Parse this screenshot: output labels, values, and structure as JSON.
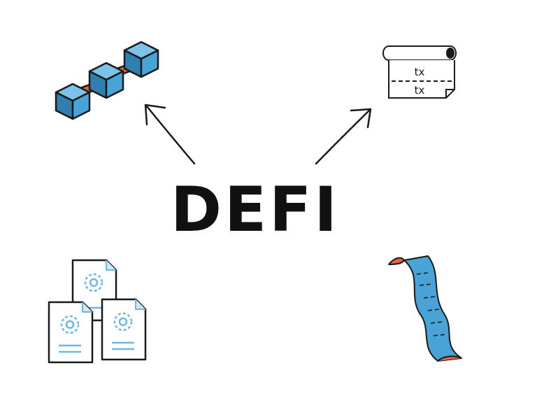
{
  "center": {
    "title": "DEFI"
  },
  "ledger": {
    "entries": [
      "tx",
      "tx"
    ]
  },
  "colors": {
    "cube_fill": "#4aa3d6",
    "cube_dark": "#2f7fb0",
    "link": "#e8604c",
    "ink": "#1a1a1a",
    "doc_accent": "#6fb8dc",
    "receipt_fill": "#4aa3d6",
    "receipt_tip": "#e8604c"
  },
  "icons": {
    "top_left": "blockchain-icon",
    "top_right": "transaction-ledger-icon",
    "bottom_left": "smart-contract-documents-icon",
    "bottom_right": "receipt-scroll-icon"
  }
}
